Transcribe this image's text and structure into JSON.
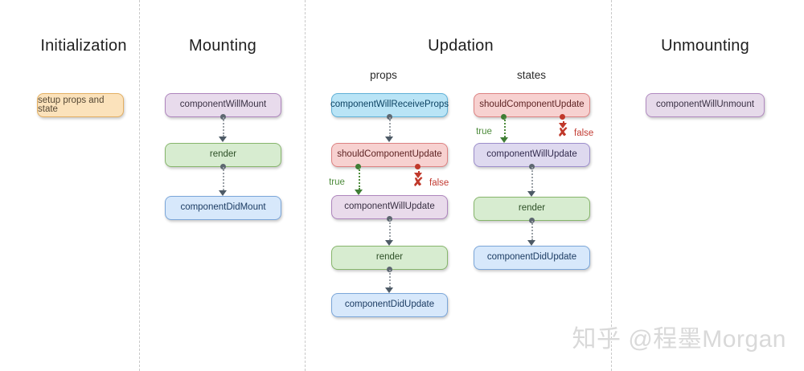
{
  "sections": [
    {
      "title": "Initialization",
      "nodes": [
        {
          "label": "setup props and state",
          "fill": "#fbe2bb",
          "border": "#e3af63"
        }
      ]
    },
    {
      "title": "Mounting",
      "nodes": [
        {
          "label": "componentWillMount",
          "fill": "#e8dbec",
          "border": "#ae85bd"
        },
        {
          "label": "render",
          "fill": "#d7ecd0",
          "border": "#87b66c"
        },
        {
          "label": "componentDidMount",
          "fill": "#d7e8fb",
          "border": "#7ba6d9"
        }
      ]
    },
    {
      "title": "Updation",
      "subsections": [
        {
          "label": "props",
          "nodes": [
            {
              "label": "componentWillReceiveProps",
              "fill": "#b9e4f6",
              "border": "#60b1d7"
            },
            {
              "label": "shouldComponentUpdate",
              "fill": "#f7d1d0",
              "border": "#dd8282"
            },
            {
              "label": "componentWillUpdate",
              "fill": "#e9dbeb",
              "border": "#ae85bd"
            },
            {
              "label": "render",
              "fill": "#d7ecd0",
              "border": "#87b66c"
            },
            {
              "label": "componentDidUpdate",
              "fill": "#d7e8fb",
              "border": "#7ba6d9"
            }
          ]
        },
        {
          "label": "states",
          "nodes": [
            {
              "label": "shouldComponentUpdate",
              "fill": "#f7d1d0",
              "border": "#dd8282"
            },
            {
              "label": "componentWillUpdate",
              "fill": "#ded9ef",
              "border": "#9c8ecb"
            },
            {
              "label": "render",
              "fill": "#d7ecd0",
              "border": "#87b66c"
            },
            {
              "label": "componentDidUpdate",
              "fill": "#d7e8fb",
              "border": "#7ba6d9"
            }
          ]
        }
      ]
    },
    {
      "title": "Unmounting",
      "nodes": [
        {
          "label": "componentWillUnmount",
          "fill": "#e6daea",
          "border": "#b18ac0"
        }
      ]
    }
  ],
  "branches": {
    "true_label": "true",
    "false_label": "false"
  },
  "icons": {
    "false_x": "✘"
  },
  "colors": {
    "connector_gray": "#9aa0a6",
    "true_green": "#3f7d35",
    "false_red": "#c0392b",
    "divider_gray": "#c9c9c9"
  },
  "watermark": {
    "text": "知乎 @程墨Morgan"
  }
}
